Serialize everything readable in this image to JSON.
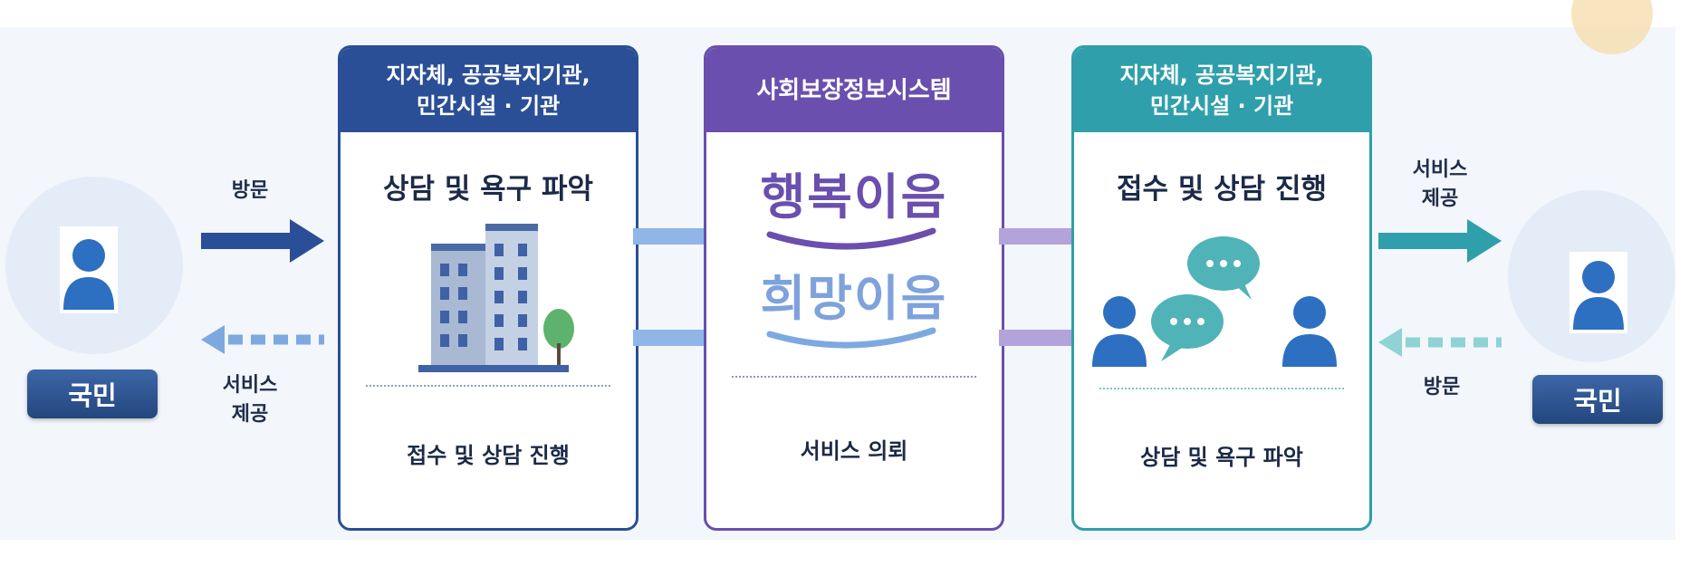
{
  "left_citizen": {
    "badge": "국민",
    "visit_label": "방문",
    "service_label": [
      "서비스",
      "제공"
    ]
  },
  "right_citizen": {
    "badge": "국민",
    "service_label": [
      "서비스",
      "제공"
    ],
    "visit_label": "방문"
  },
  "panel_left": {
    "header": [
      "지자체, 공공복지기관,",
      "민간시설 · 기관"
    ],
    "title": "상담 및 욕구 파악",
    "footer": "접수 및 상담 진행",
    "color": "#2b4f96"
  },
  "panel_center": {
    "header": "사회보장정보시스템",
    "logo_line1": "행복이음",
    "logo_line2": "희망이음",
    "footer": "서비스 의뢰",
    "color": "#6a4fae"
  },
  "panel_right": {
    "header": [
      "지자체, 공공복지기관,",
      "민간시설 · 기관"
    ],
    "title": "접수 및 상담 진행",
    "footer": "상담 및 욕구 파악",
    "color": "#2f9fab"
  },
  "colors": {
    "navy": "#2b4f96",
    "purple": "#6a4fae",
    "teal": "#2f9fab",
    "light_blue": "#7da9e0",
    "light_teal": "#8fd3d4",
    "person_blue": "#2d6fc1"
  }
}
